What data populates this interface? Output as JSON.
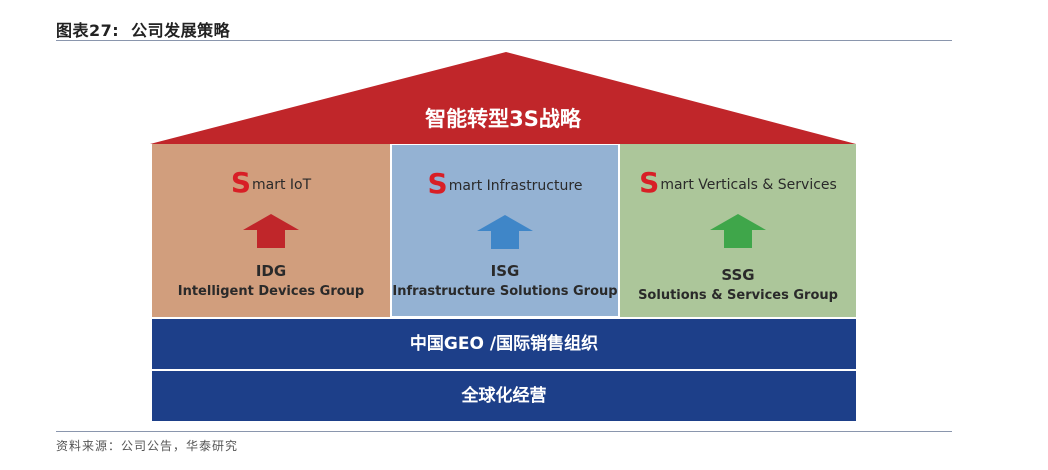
{
  "figure": {
    "label": "图表27:",
    "title": "公司发展策略"
  },
  "roof": {
    "text": "智能转型3S战略",
    "color": "#c0262a"
  },
  "pillars": [
    {
      "initial": "S",
      "heading_rest": "mart IoT",
      "abbr": "IDG",
      "full": "Intelligent Devices Group",
      "arrow_color": "#c0262a",
      "bg_color": "#d19e7d"
    },
    {
      "initial": "S",
      "heading_rest": "mart Infrastructure",
      "abbr": "ISG",
      "full": "Infrastructure Solutions Group",
      "arrow_color": "#3f86c8",
      "bg_color": "#94b2d3"
    },
    {
      "initial": "S",
      "heading_rest": "mart Verticals & Services",
      "abbr": "SSG",
      "full": "Solutions & Services Group",
      "arrow_color": "#3fa64a",
      "bg_color": "#acc69a"
    }
  ],
  "bands": [
    {
      "text": "中国GEO /国际销售组织",
      "color": "#1d3f89"
    },
    {
      "text": "全球化经营",
      "color": "#1d3f89"
    }
  ],
  "source": "资料来源：公司公告，华泰研究"
}
